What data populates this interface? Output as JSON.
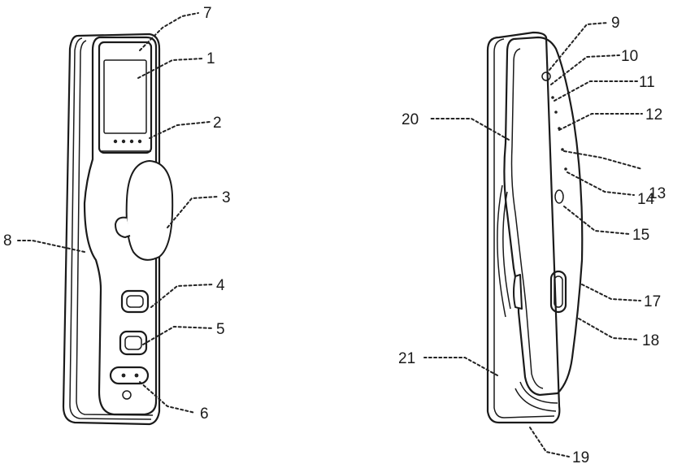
{
  "callouts": [
    {
      "id": "c1",
      "label": "1"
    },
    {
      "id": "c2",
      "label": "2"
    },
    {
      "id": "c3",
      "label": "3"
    },
    {
      "id": "c4",
      "label": "4"
    },
    {
      "id": "c5",
      "label": "5"
    },
    {
      "id": "c6",
      "label": "6"
    },
    {
      "id": "c7",
      "label": "7"
    },
    {
      "id": "c8",
      "label": "8"
    },
    {
      "id": "c9",
      "label": "9"
    },
    {
      "id": "c10",
      "label": "10"
    },
    {
      "id": "c11",
      "label": "11"
    },
    {
      "id": "c12",
      "label": "12"
    },
    {
      "id": "c13",
      "label": "13"
    },
    {
      "id": "c14",
      "label": "14"
    },
    {
      "id": "c15",
      "label": "15"
    },
    {
      "id": "c17",
      "label": "17"
    },
    {
      "id": "c18",
      "label": "18"
    },
    {
      "id": "c19",
      "label": "19"
    },
    {
      "id": "c20",
      "label": "20"
    },
    {
      "id": "c21",
      "label": "21"
    }
  ]
}
